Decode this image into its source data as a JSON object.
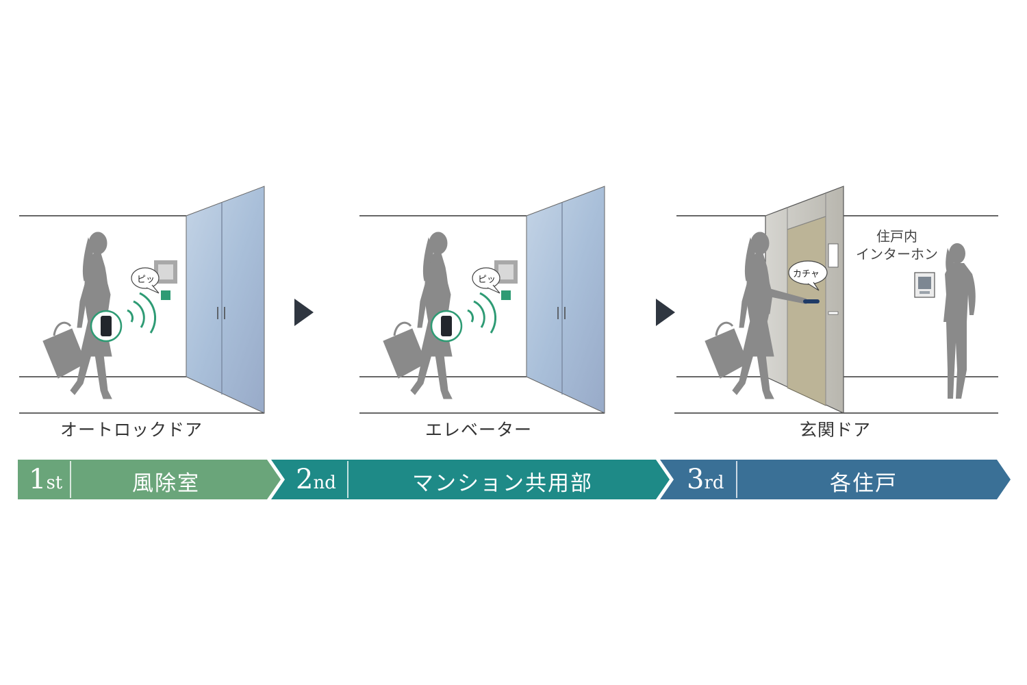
{
  "scenes": [
    {
      "caption": "オートロックドア",
      "sound": "ピッ"
    },
    {
      "caption": "エレベーター",
      "sound": "ピッ"
    },
    {
      "caption": "玄関ドア",
      "sound": "カチャ"
    }
  ],
  "intercom_label": {
    "line1": "住戸内",
    "line2": "インターホン"
  },
  "steps": [
    {
      "num": "1",
      "suffix": "st",
      "title": "風除室",
      "color": "#6aa57a"
    },
    {
      "num": "2",
      "suffix": "nd",
      "title": "マンション共用部",
      "color": "#1e8a87"
    },
    {
      "num": "3",
      "suffix": "rd",
      "title": "各住戸",
      "color": "#3a7096"
    }
  ],
  "colors": {
    "silhouette": "#8a8a8a",
    "glass": "#a9bfd9",
    "door": "#bcb497",
    "signal": "#2e9b74",
    "arrow": "#2f3640"
  }
}
